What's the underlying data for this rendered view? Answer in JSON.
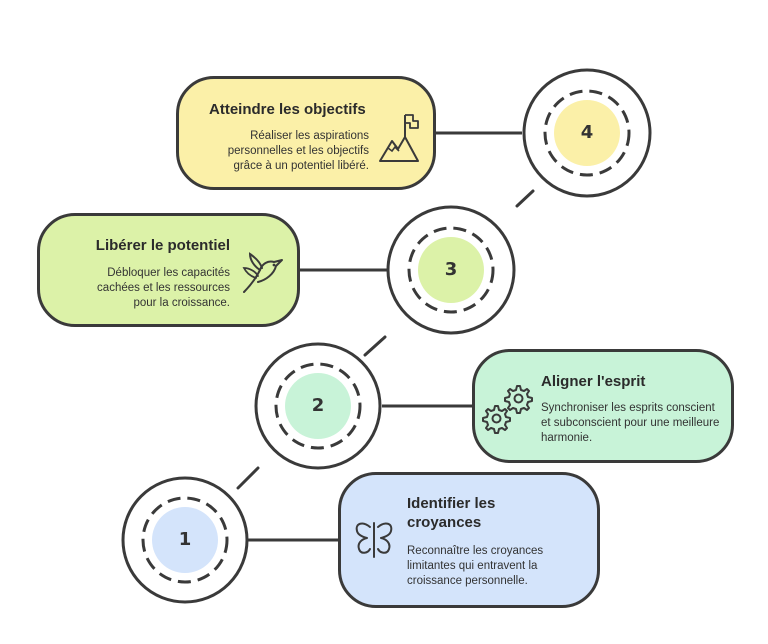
{
  "colors": {
    "yellow": "#fbf0a8",
    "green": "#dcf2a8",
    "teal": "#c8f3d8",
    "blue": "#d4e4fb",
    "stroke": "#3a3a3a"
  },
  "steps": [
    {
      "number": "1",
      "title": "Identifier les croyances",
      "description": "Reconnaître les croyances limitantes qui entravent la croissance personnelle.",
      "icon": "butterfly-icon"
    },
    {
      "number": "2",
      "title": "Aligner l'esprit",
      "description": "Synchroniser les esprits conscient et subconscient pour une meilleure harmonie.",
      "icon": "gears-icon"
    },
    {
      "number": "3",
      "title": "Libérer le potentiel",
      "description": "Débloquer les capacités cachées et les ressources pour la croissance.",
      "icon": "bird-icon"
    },
    {
      "number": "4",
      "title": "Atteindre les objectifs",
      "description": "Réaliser les aspirations personnelles et les objectifs grâce à un potentiel libéré.",
      "icon": "mountain-flag-icon"
    }
  ]
}
